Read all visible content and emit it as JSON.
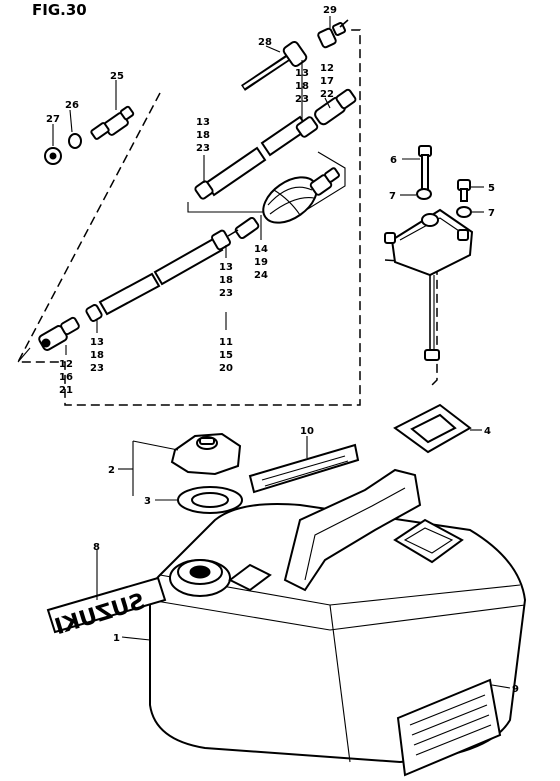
{
  "figure": {
    "title": "FIG.30"
  },
  "callouts": {
    "c1": "1",
    "c2": "2",
    "c3": "3",
    "c4": "4",
    "c5": "5",
    "c6": "6",
    "c7a": "7",
    "c7b": "7",
    "c8": "8",
    "c9": "9",
    "c10": "10",
    "c25": "25",
    "c26": "26",
    "c27": "27",
    "c28": "28",
    "c29": "29",
    "g13a": [
      "13",
      "18",
      "23"
    ],
    "g12a": [
      "12",
      "17",
      "22"
    ],
    "g13b": [
      "13",
      "18",
      "23"
    ],
    "g14": [
      "14",
      "19",
      "24"
    ],
    "g13c": [
      "13",
      "18",
      "23"
    ],
    "g11": [
      "11",
      "15",
      "20"
    ],
    "g13d": [
      "13",
      "18",
      "23"
    ],
    "g12b": [
      "12",
      "16",
      "21"
    ]
  },
  "emblem": {
    "text": "SUZUKI"
  }
}
